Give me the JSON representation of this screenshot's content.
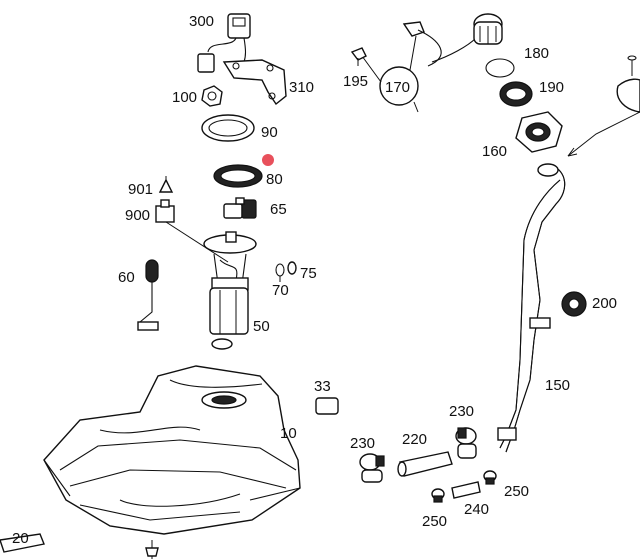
{
  "diagram": {
    "marker_color": "#e8505b",
    "labels": {
      "p300": "300",
      "p310": "310",
      "p100": "100",
      "p90": "90",
      "p80": "80",
      "p901": "901",
      "p900": "900",
      "p65": "65",
      "p60": "60",
      "p70": "70",
      "p75": "75",
      "p50": "50",
      "p10": "10",
      "p20": "20",
      "p33": "33",
      "p170": "170",
      "p195": "195",
      "p180": "180",
      "p190": "190",
      "p160": "160",
      "p200": "200",
      "p150": "150",
      "p230a": "230",
      "p220": "220",
      "p230b": "230",
      "p250a": "250",
      "p240": "240",
      "p250b": "250"
    }
  }
}
